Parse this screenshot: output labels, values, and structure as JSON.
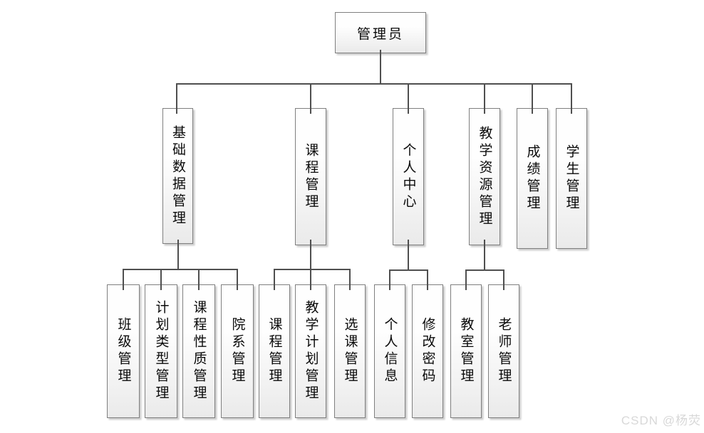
{
  "diagram": {
    "type": "org-tree",
    "root": "管理员",
    "branches": [
      {
        "label": "基础数据管理",
        "children": [
          "班级管理",
          "计划类型管理",
          "课程性质管理",
          "院系管理"
        ]
      },
      {
        "label": "课程管理",
        "children": [
          "课程管理",
          "教学计划管理",
          "选课管理"
        ]
      },
      {
        "label": "个人中心",
        "children": [
          "个人信息",
          "修改密码"
        ]
      },
      {
        "label": "教学资源管理",
        "children": [
          "教室管理",
          "老师管理"
        ]
      },
      {
        "label": "成绩管理",
        "children": []
      },
      {
        "label": "学生管理",
        "children": []
      }
    ],
    "colors": {
      "line": "#4f4f4f",
      "box_border": "#7f7f7f",
      "box_fill_top": "#fefefe",
      "box_fill_bottom": "#eaeaea"
    }
  },
  "watermark": {
    "text": "CSDN @杨荧",
    "color": "#d8d8d8"
  }
}
